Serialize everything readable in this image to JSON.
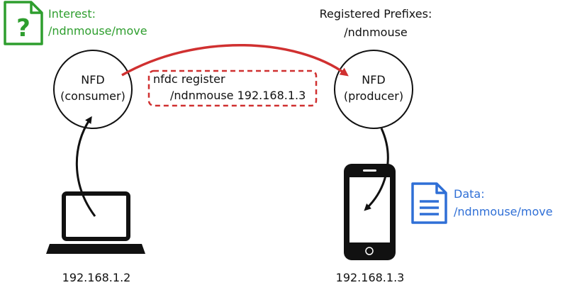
{
  "interest": {
    "label": "Interest:",
    "name": "/ndnmouse/move"
  },
  "registered": {
    "label": "Registered Prefixes:",
    "prefix": "/ndnmouse"
  },
  "consumer_nfd": {
    "line1": "NFD",
    "line2": "(consumer)"
  },
  "producer_nfd": {
    "line1": "NFD",
    "line2": "(producer)"
  },
  "command": {
    "line1": "nfdc register",
    "line2": "/ndnmouse 192.168.1.3"
  },
  "data": {
    "label": "Data:",
    "name": "/ndnmouse/move"
  },
  "laptop": {
    "ip": "192.168.1.2",
    "icon": "laptop-icon"
  },
  "phone": {
    "ip": "192.168.1.3",
    "icon": "smartphone-icon"
  },
  "colors": {
    "interest": "#2e9e2e",
    "data": "#2f6fd6",
    "register": "#d03030",
    "ink": "#111111"
  }
}
